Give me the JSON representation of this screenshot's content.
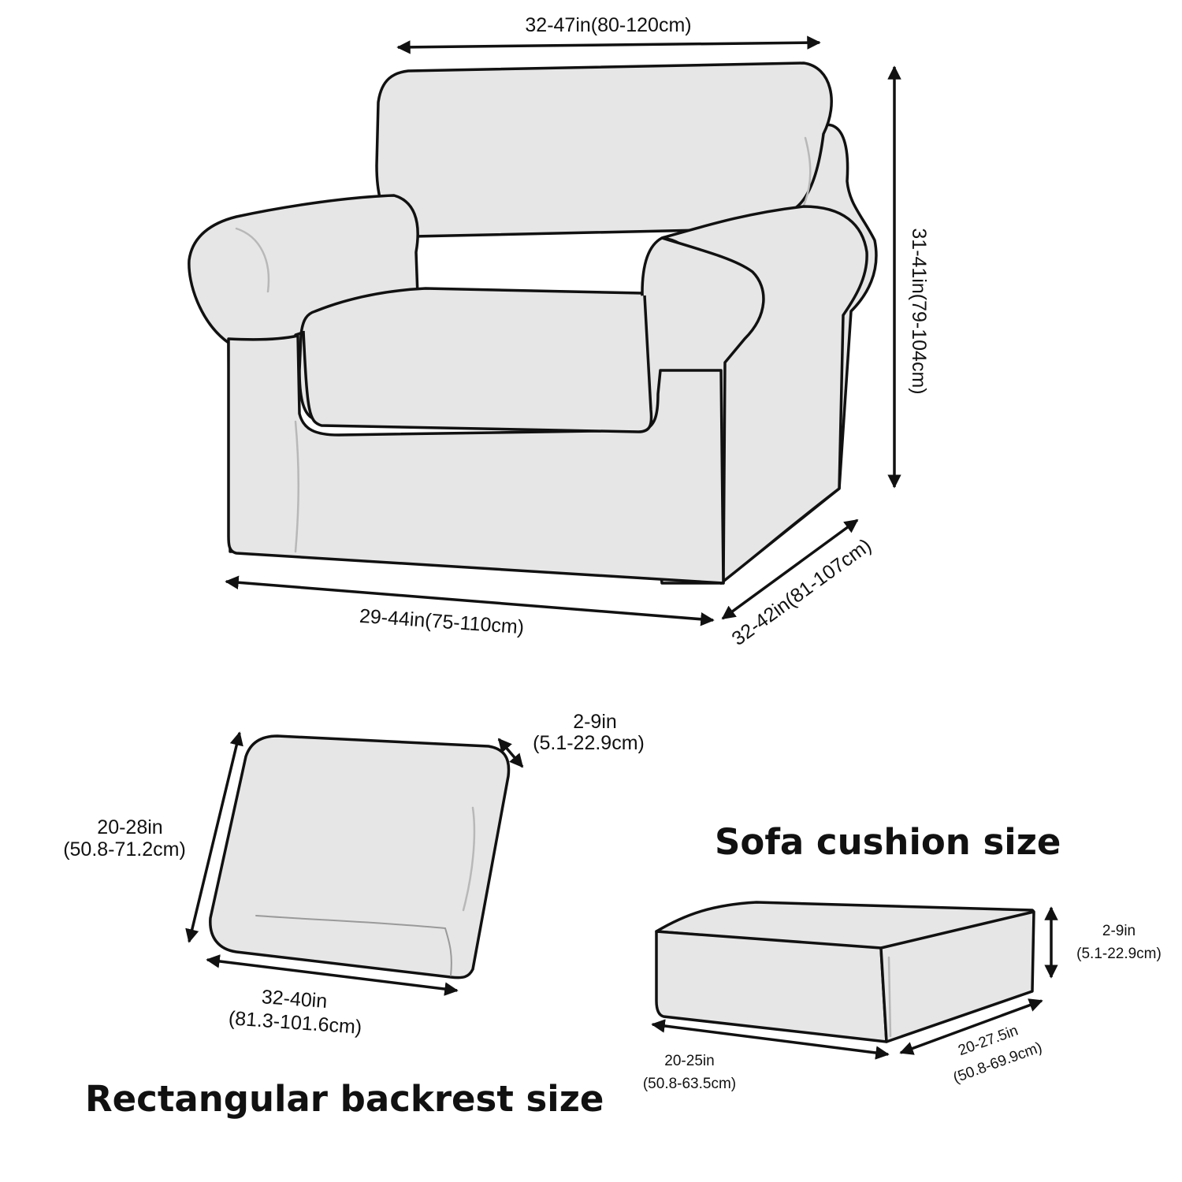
{
  "colors": {
    "fill": "#e6e6e6",
    "outline": "#111111",
    "background": "#ffffff"
  },
  "armchair": {
    "back_width": "32-47in(80-120cm)",
    "height": "31-41in(79-104cm)",
    "front_width": "29-44in(75-110cm)",
    "depth": "32-42in(81-107cm)"
  },
  "backrest": {
    "heading": "Rectangular backrest size",
    "thickness_in": "2-9in",
    "thickness_cm": "(5.1-22.9cm)",
    "height_in": "20-28in",
    "height_cm": "(50.8-71.2cm)",
    "width_in": "32-40in",
    "width_cm": "(81.3-101.6cm)"
  },
  "cushion": {
    "heading": "Sofa cushion size",
    "thickness_in": "2-9in",
    "thickness_cm": "(5.1-22.9cm)",
    "width_in": "20-25in",
    "width_cm": "(50.8-63.5cm)",
    "depth_in": "20-27.5in",
    "depth_cm": "(50.8-69.9cm)"
  }
}
